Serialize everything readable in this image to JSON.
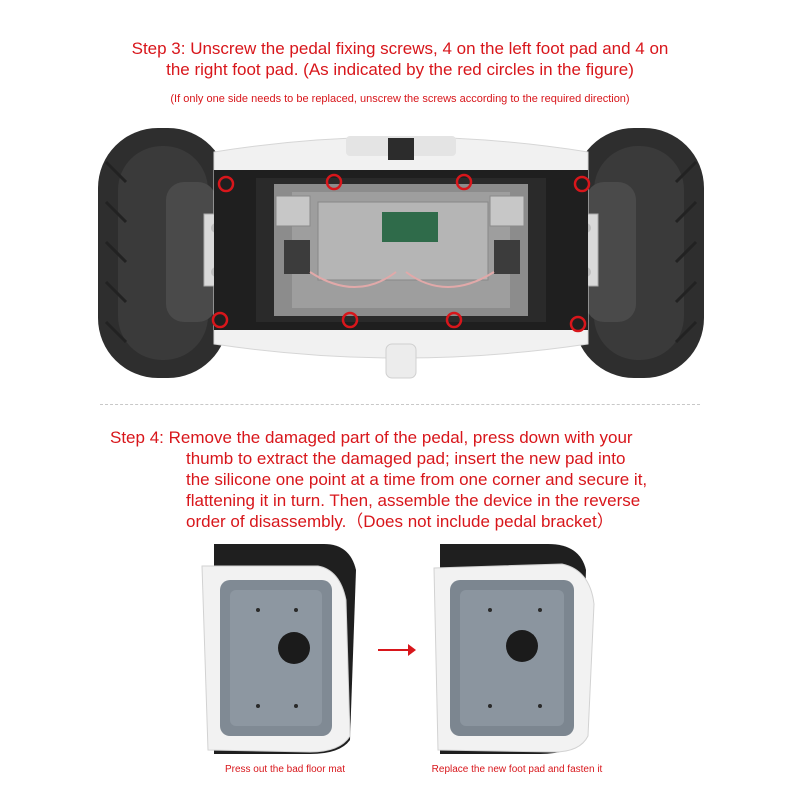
{
  "step3": {
    "title_line1": "Step 3: Unscrew the pedal fixing screws, 4 on the left foot pad and 4 on",
    "title_line2": "the right foot pad. (As indicated by the red circles in the figure)",
    "note": "(If only one side needs to be replaced, unscrew the screws according to the required direction)"
  },
  "step4": {
    "lines": [
      "Step 4: Remove the damaged part of the pedal, press down with your",
      "thumb to extract the damaged pad; insert the new pad into",
      "the silicone one point at a time from one corner and secure it,",
      "flattening it in turn. Then, assemble the device in the reverse",
      "order of disassembly.（Does not include pedal bracket）"
    ]
  },
  "captions": {
    "left": "Press out the bad floor mat",
    "right": "Replace the new foot pad and fasten it"
  },
  "colors": {
    "accent_red": "#d8161b",
    "tire": "#2e2e2e",
    "board_green": "#2f6b4a"
  },
  "icons": {
    "arrow": "arrow-right-icon",
    "screw_marker": "red-circle-marker-icon"
  }
}
